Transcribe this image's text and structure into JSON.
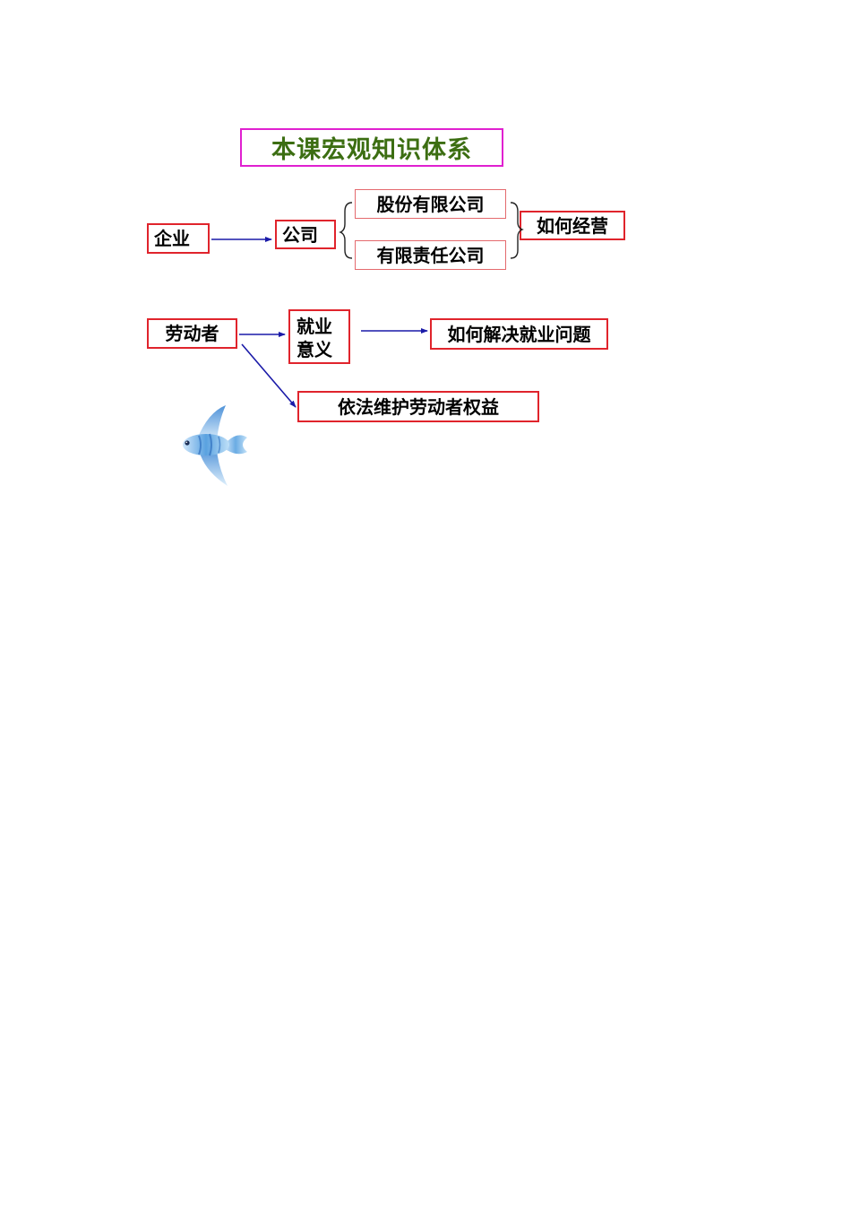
{
  "title": "本课宏观知识体系",
  "nodes": {
    "enterprise": "企业",
    "company": "公司",
    "joint_stock": "股份有限公司",
    "limited_liability": "有限责任公司",
    "how_to_operate": "如何经营",
    "laborer": "劳动者",
    "employment_meaning_line1": "就业",
    "employment_meaning_line2": "意义",
    "solve_employment": "如何解决就业问题",
    "protect_rights": "依法维护劳动者权益"
  },
  "colors": {
    "box_border": "#e0242c",
    "title_border": "#e020d0",
    "title_text": "#3c6e12",
    "arrow": "#1a1aa8"
  },
  "icons": [
    "fish-icon"
  ]
}
